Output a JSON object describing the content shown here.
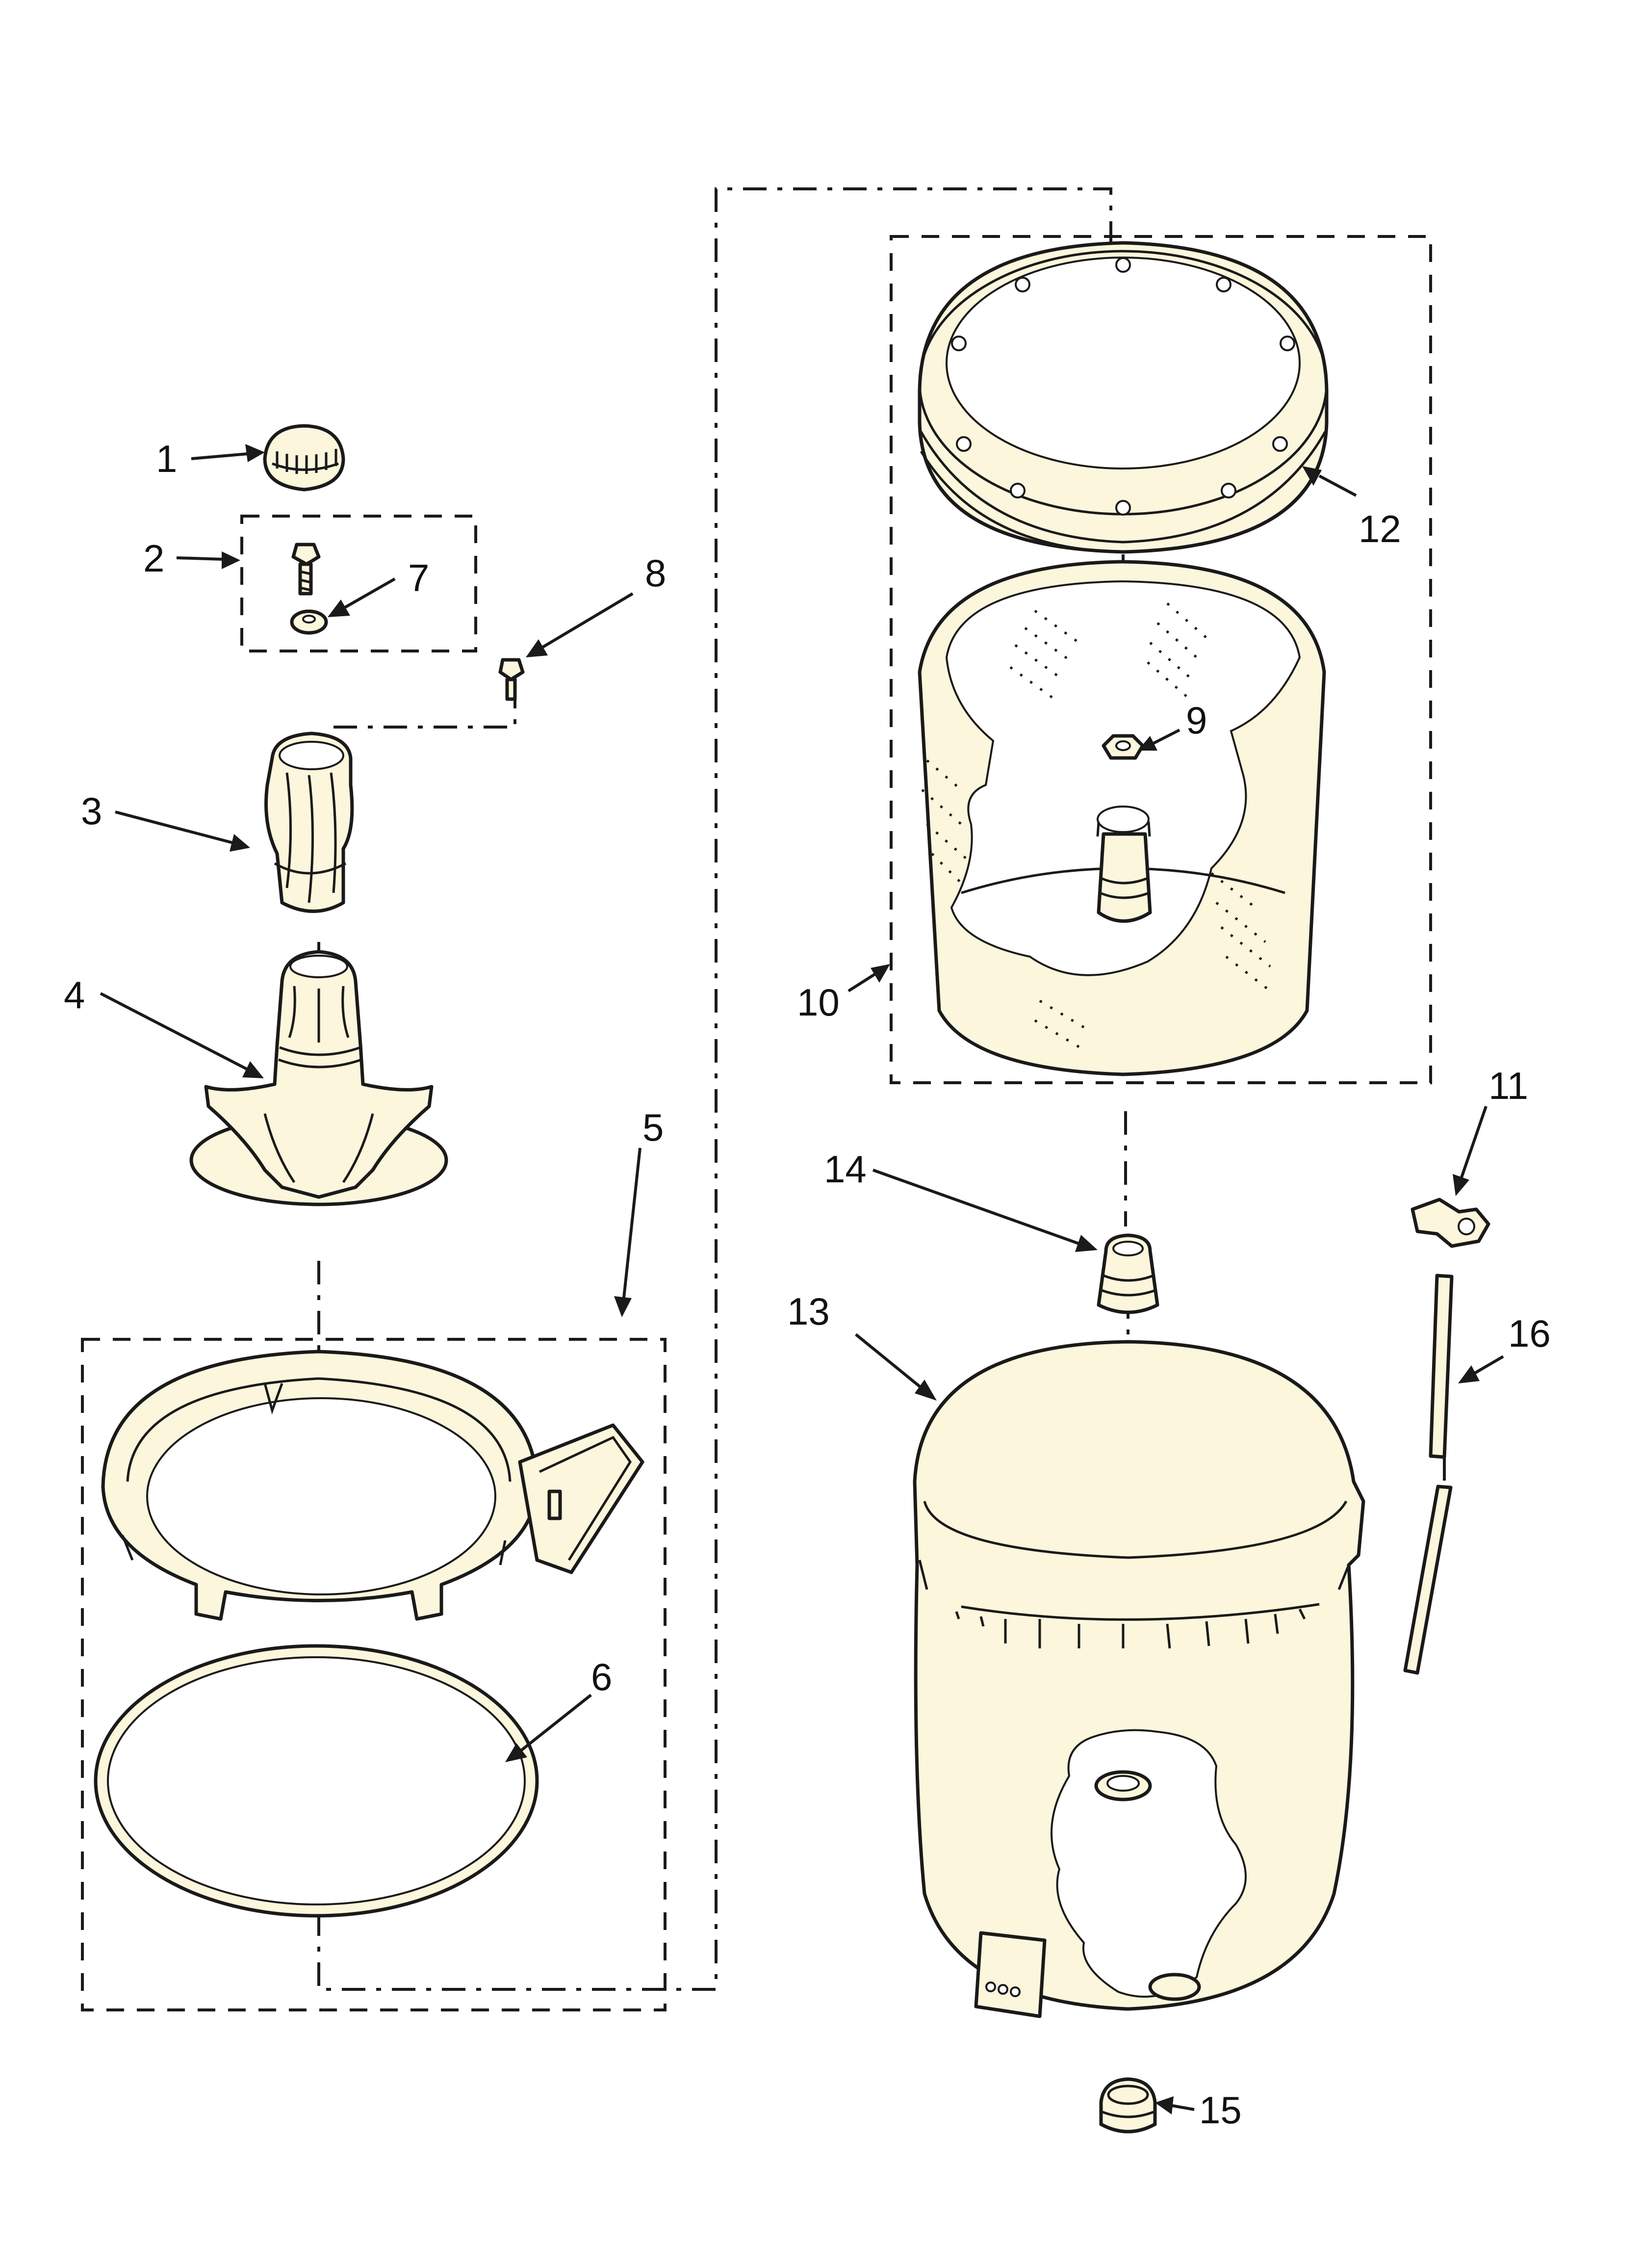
{
  "diagram": {
    "callouts": [
      {
        "id": "1",
        "label": "1"
      },
      {
        "id": "2",
        "label": "2"
      },
      {
        "id": "3",
        "label": "3"
      },
      {
        "id": "4",
        "label": "4"
      },
      {
        "id": "5",
        "label": "5"
      },
      {
        "id": "6",
        "label": "6"
      },
      {
        "id": "7",
        "label": "7"
      },
      {
        "id": "8",
        "label": "8"
      },
      {
        "id": "9",
        "label": "9"
      },
      {
        "id": "10",
        "label": "10"
      },
      {
        "id": "11",
        "label": "11"
      },
      {
        "id": "12",
        "label": "12"
      },
      {
        "id": "13",
        "label": "13"
      },
      {
        "id": "14",
        "label": "14"
      },
      {
        "id": "15",
        "label": "15"
      },
      {
        "id": "16",
        "label": "16"
      }
    ],
    "colors": {
      "line": "#1a1a1a",
      "part_fill": "#fbf6dc",
      "background": "#ffffff"
    }
  }
}
